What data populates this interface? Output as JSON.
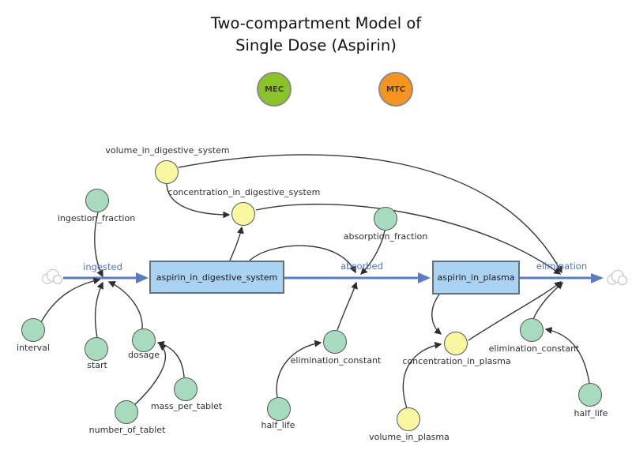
{
  "title": {
    "line1": "Two-compartment Model of",
    "line2": "Single Dose (Aspirin)"
  },
  "legend": {
    "mec_label": "MEC",
    "mtc_label": "MTC"
  },
  "colors": {
    "stock_fill": "#aad2f2",
    "flow_blue": "#5b7cc4",
    "aux_green": "#a6dcbd",
    "aux_yellow": "#f9f7a0",
    "mec_green": "#8ac327",
    "mtc_orange": "#f7941e",
    "link_gray": "#383838"
  },
  "stocks": {
    "digestive": {
      "label": "aspirin_in_digestive_system"
    },
    "plasma": {
      "label": "aspirin_in_plasma"
    }
  },
  "flows": {
    "ingested": {
      "label": "ingested"
    },
    "absorbed": {
      "label": "absorbed"
    },
    "elimination": {
      "label": "elimination"
    }
  },
  "variables": {
    "volume_in_digestive_system": {
      "label": "volume_in_digestive_system",
      "kind": "yellow"
    },
    "concentration_in_digestive_system": {
      "label": "concentration_in_digestive_system",
      "kind": "yellow"
    },
    "ingestion_fraction": {
      "label": "ingestion_fraction",
      "kind": "green"
    },
    "absorption_fraction": {
      "label": "absorption_fraction",
      "kind": "green"
    },
    "interval": {
      "label": "interval",
      "kind": "green"
    },
    "start": {
      "label": "start",
      "kind": "green"
    },
    "dosage": {
      "label": "dosage",
      "kind": "green"
    },
    "mass_per_tablet": {
      "label": "mass_per_tablet",
      "kind": "green"
    },
    "number_of_tablet": {
      "label": "number_of_tablet",
      "kind": "green"
    },
    "elimination_constant_digestive": {
      "label": "elimination_constant",
      "kind": "green"
    },
    "half_life_digestive": {
      "label": "half_life",
      "kind": "green"
    },
    "concentration_in_plasma": {
      "label": "concentration_in_plasma",
      "kind": "yellow"
    },
    "volume_in_plasma": {
      "label": "volume_in_plasma",
      "kind": "yellow"
    },
    "elimination_constant_plasma": {
      "label": "elimination_constant",
      "kind": "green"
    },
    "half_life_plasma": {
      "label": "half_life",
      "kind": "green"
    }
  }
}
